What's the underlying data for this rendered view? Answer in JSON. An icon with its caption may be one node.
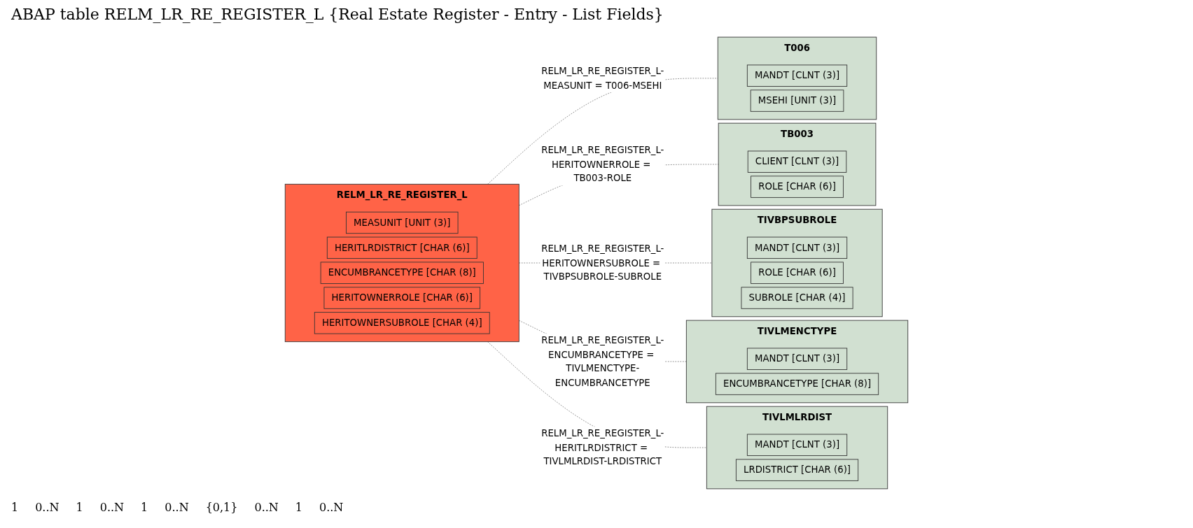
{
  "diagram": {
    "title": "ABAP table RELM_LR_RE_REGISTER_L {Real Estate Register - Entry - List Fields}",
    "nodes": [
      {
        "text": [
          "RELM_LR_RE_REGISTER_L"
        ]
      },
      {
        "text": [
          "MEASUNIT [UNIT (3)]"
        ],
        "in": 0
      },
      {
        "text": [
          "HERITLRDISTRICT [CHAR (6)]"
        ],
        "in": 0
      },
      {
        "text": [
          "ENCUMBRANCETYPE [CHAR (8)]"
        ],
        "in": 0
      },
      {
        "text": [
          "HERITOWNERROLE [CHAR (6)]"
        ],
        "in": 0
      },
      {
        "text": [
          "HERITOWNERSUBROLE [CHAR (4)]"
        ],
        "in": 0
      },
      {
        "text": [
          "T006"
        ]
      },
      {
        "text": [
          "MANDT [CLNT (3)]"
        ],
        "in": 6
      },
      {
        "text": [
          "MSEHI [UNIT (3)]"
        ],
        "in": 6
      },
      {
        "text": [
          "TB003"
        ]
      },
      {
        "text": [
          "CLIENT [CLNT (3)]"
        ],
        "in": 9
      },
      {
        "text": [
          "ROLE [CHAR (6)]"
        ],
        "in": 9
      },
      {
        "text": [
          "TIVBPSUBROLE"
        ]
      },
      {
        "text": [
          "MANDT [CLNT (3)]"
        ],
        "in": 12
      },
      {
        "text": [
          "ROLE [CHAR (6)]"
        ],
        "in": 12
      },
      {
        "text": [
          "SUBROLE [CHAR (4)]"
        ],
        "in": 12
      },
      {
        "text": [
          "TIVLMENCTYPE"
        ]
      },
      {
        "text": [
          "MANDT [CLNT (3)]"
        ],
        "in": 16
      },
      {
        "text": [
          "ENCUMBRANCETYPE [CHAR (8)]"
        ],
        "in": 16
      },
      {
        "text": [
          "TIVLMLRDIST"
        ]
      },
      {
        "text": [
          "MANDT [CLNT (3)]"
        ],
        "in": 19
      },
      {
        "text": [
          "LRDISTRICT [CHAR (6)]"
        ],
        "in": 19
      }
    ],
    "edges": [
      {
        "from": 0,
        "to": 6,
        "arrow": "none",
        "style": "dashed",
        "label": "RELM_LR_RE_REGISTER_L-MEASUNIT = T006-MSEHI"
      },
      {
        "from": 0,
        "to": 9,
        "arrow": "none",
        "style": "dashed",
        "label": "RELM_LR_RE_REGISTER_L-HERITOWNERROLE = TB003-ROLE"
      },
      {
        "from": 0,
        "to": 12,
        "arrow": "none",
        "style": "dashed",
        "label": "RELM_LR_RE_REGISTER_L-HERITOWNERSUBROLE = TIVBPSUBROLE-SUBROLE"
      },
      {
        "from": 0,
        "to": 16,
        "arrow": "none",
        "style": "dashed",
        "label": "RELM_LR_RE_REGISTER_L-ENCUMBRANCETYPE = TIVLMENCTYPE-ENCUMBRANCETYPE"
      },
      {
        "from": 0,
        "to": 19,
        "arrow": "none",
        "style": "dashed",
        "label": "RELM_LR_RE_REGISTER_L-HERITLRDISTRICT = TIVLMLRDIST-LRDISTRICT"
      }
    ],
    "labels": [
      "1",
      "0..N",
      "1",
      "0..N",
      "1",
      "0..N",
      "{0,1}",
      "0..N",
      "1",
      "0..N"
    ]
  }
}
